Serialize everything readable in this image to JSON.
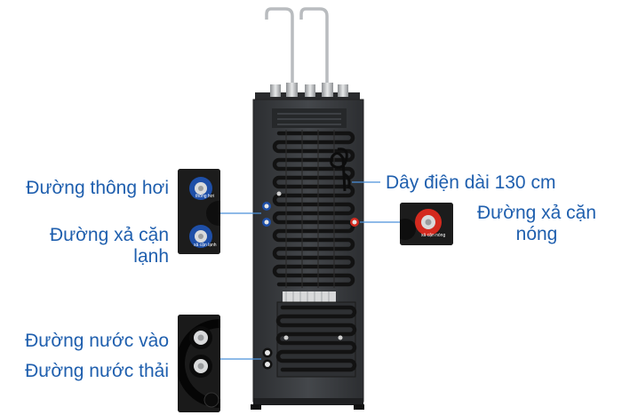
{
  "labels": {
    "vent_line": "Đường thông hơi",
    "cold_drain_line1": "Đường xả cặn",
    "cold_drain_line2": "lạnh",
    "water_in": "Đường nước vào",
    "waste_water": "Đường nước thải",
    "power_cord": "Dây điện dài 130 cm",
    "hot_drain_line1": "Đường xả cặn",
    "hot_drain_line2": "nóng"
  },
  "valve_texts": {
    "vent": "thông hơi",
    "cold_drain": "xả cặn lạnh",
    "hot_drain": "xả cặn nóng"
  },
  "colors": {
    "label_blue": "#1f5fae",
    "cabinet": "#3a3c40",
    "coil": "#141414",
    "valve_blue": "#1e4fa8",
    "valve_red": "#d42a1f"
  }
}
